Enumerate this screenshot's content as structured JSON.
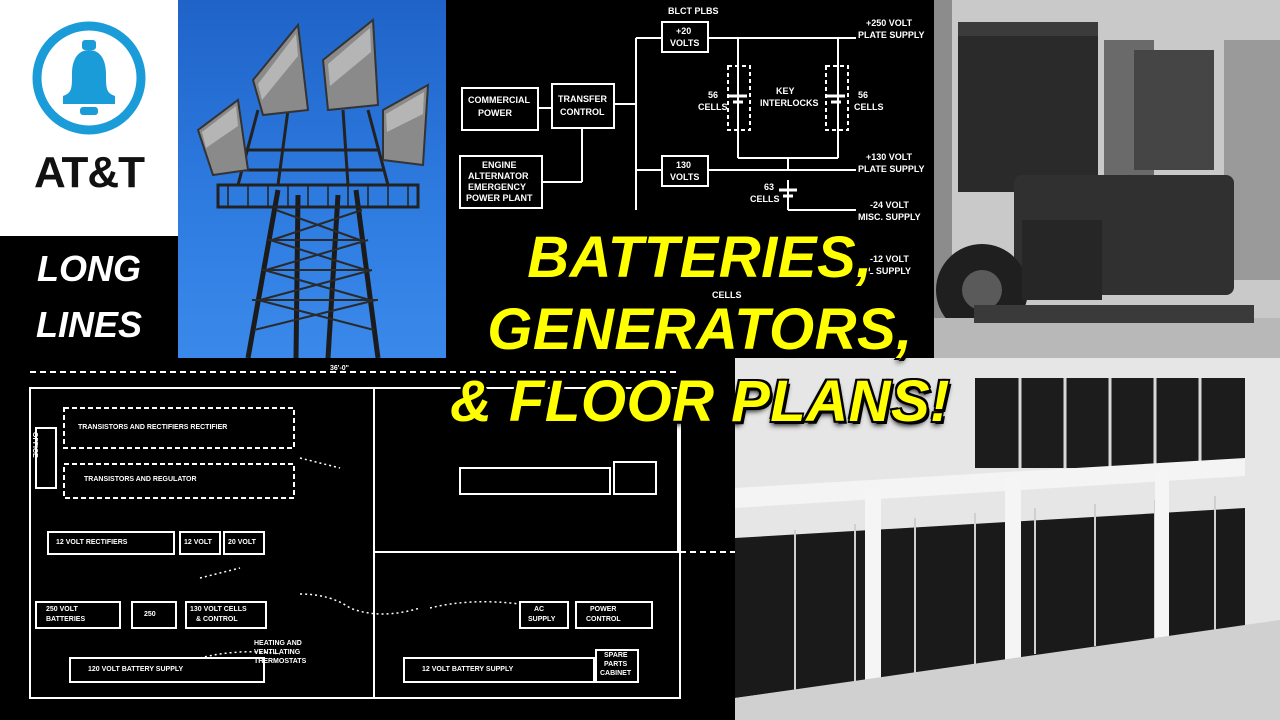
{
  "logo": {
    "text": "AT&T",
    "colors": {
      "bell": "#1a9cd8",
      "text": "#111111",
      "background": "#ffffff"
    }
  },
  "series_label": {
    "line1": "LONG",
    "line2": "LINES"
  },
  "headline": {
    "line1": "BATTERIES,",
    "line2": "GENERATORS,",
    "line3": "& FLOOR PLANS!",
    "color": "#ffff00"
  },
  "schematic": {
    "top_label": "BLCT PLBS",
    "box_commercial": [
      "COMMERCIAL",
      "POWER"
    ],
    "box_transfer": [
      "TRANSFER",
      "CONTROL"
    ],
    "box_engine": [
      "ENGINE",
      "ALTERNATOR",
      "EMERGENCY",
      "POWER PLANT"
    ],
    "box_130_top": [
      "+20",
      "VOLTS"
    ],
    "box_130_bottom": [
      "130",
      "VOLTS"
    ],
    "cells_left": [
      "56",
      "CELLS"
    ],
    "key_interlocks": [
      "KEY",
      "INTERLOCKS"
    ],
    "cells_right": [
      "56",
      "CELLS"
    ],
    "cells_bottom": [
      "63",
      "CELLS"
    ],
    "supply_1": [
      "+250 VOLT",
      "PLATE SUPPLY"
    ],
    "supply_2": [
      "+130 VOLT",
      "PLATE SUPPLY"
    ],
    "supply_3": [
      "-24 VOLT",
      "MISC. SUPPLY"
    ],
    "supply_4": [
      "-12 VOLT",
      "FIL SUPPLY"
    ],
    "cells_partial": "CELLS"
  },
  "floorplan": {
    "dimension": "36'-0\"",
    "row1": "TRANSISTORS AND RECTIFIERS RECTIFIER",
    "row2": "TRANSISTORS AND REGULATOR",
    "rect_12": "12 VOLT RECTIFIERS",
    "volt_12": "12 VOLT",
    "volt_20": "20 VOLT",
    "batteries_250": [
      "250 VOLT",
      "BATTERIES"
    ],
    "box_250": "250",
    "control_130": [
      "130 VOLT CELLS",
      "& CONTROL"
    ],
    "supply_ac": [
      "AC",
      "SUPPLY"
    ],
    "control_power": [
      "POWER",
      "CONTROL"
    ],
    "battery_supply_120": "120 VOLT BATTERY SUPPLY",
    "battery_supply_12": "12 VOLT BATTERY SUPPLY",
    "spare_parts": [
      "SPARE",
      "PARTS",
      "CABINET"
    ],
    "heating": [
      "HEATING AND",
      "VENTILATING",
      "THERMOSTATS"
    ],
    "office": "OFFICE"
  },
  "photos": {
    "tower_sky": "#2a74dc",
    "generator_tone": "#cfcfcf",
    "battery_tone": "#e8e8e8"
  }
}
